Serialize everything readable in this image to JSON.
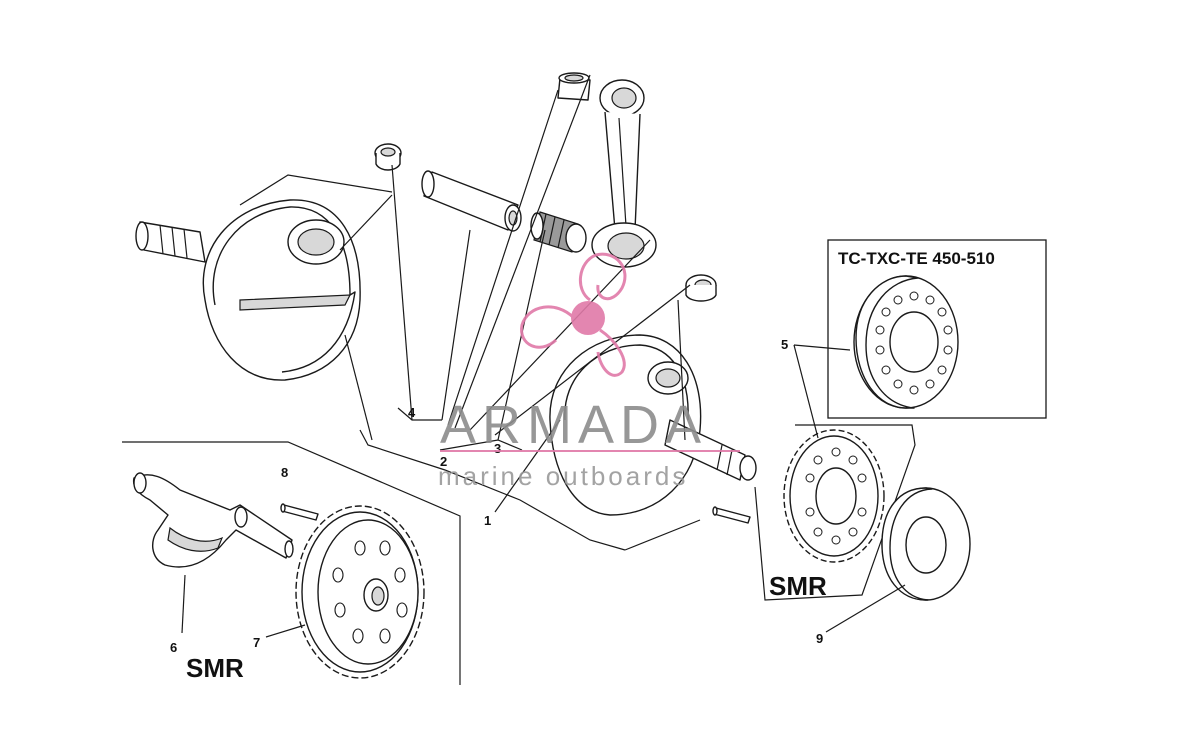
{
  "callouts": {
    "c1": "1",
    "c2": "2",
    "c3": "3",
    "c4": "4",
    "c5": "5",
    "c6": "6",
    "c7": "7",
    "c8": "8",
    "c9": "9"
  },
  "variant_box_label": "TC-TXC-TE 450-510",
  "smr_labels": {
    "gear_box": "SMR",
    "bottom_left": "SMR"
  },
  "watermark": {
    "brand": "ARMADA",
    "tagline": "marine outboards",
    "logo_color": "#e07aa8"
  }
}
